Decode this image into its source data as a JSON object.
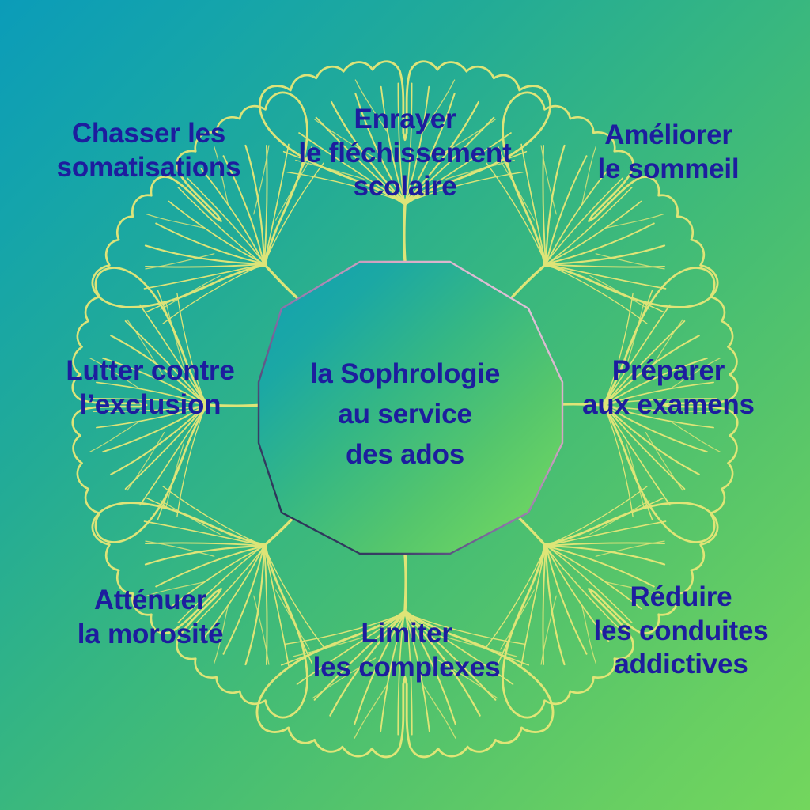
{
  "theme": {
    "background_gradient_from": "#0b9cb9",
    "background_gradient_to": "#73d65d",
    "text_color": "#1d1d9e",
    "leaf_line_color": "#e6e678",
    "polygon_stroke_light": "#d9c8e0",
    "polygon_stroke_dark": "#1d2a4a"
  },
  "center": {
    "line1": "la Sophrologie",
    "line2": "au service",
    "line3": "des ados",
    "full_text": "la Sophrologie\nau service\ndes ados"
  },
  "benefits": [
    {
      "id": "top-left",
      "text": "Chasser les\nsomatisations",
      "line1": "Chasser les",
      "line2": "somatisations"
    },
    {
      "id": "top-center",
      "text": "Enrayer\nle fléchissement\nscolaire",
      "line1": "Enrayer",
      "line2": "le fléchissement",
      "line3": "scolaire"
    },
    {
      "id": "top-right",
      "text": "Améliorer\nle sommeil",
      "line1": "Améliorer",
      "line2": "le sommeil"
    },
    {
      "id": "middle-left",
      "text": "Lutter contre\nl’exclusion",
      "line1": "Lutter contre",
      "line2": "l’exclusion"
    },
    {
      "id": "middle-right",
      "text": "Préparer\naux examens",
      "line1": "Préparer",
      "line2": "aux examens"
    },
    {
      "id": "bottom-left",
      "text": "Atténuer\nla morosité",
      "line1": "Atténuer",
      "line2": "la morosité"
    },
    {
      "id": "bottom-center",
      "text": "Limiter\nles complexes",
      "line1": "Limiter",
      "line2": "les complexes"
    },
    {
      "id": "bottom-right",
      "text": "Réduire\nles conduites\naddictives",
      "line1": "Réduire",
      "line2": "les conduites",
      "line3": "addictives"
    }
  ],
  "decor": {
    "leaf_icon": "ginkgo-leaf-icon",
    "leaf_count": 8,
    "center_shape": "dodecagon"
  }
}
